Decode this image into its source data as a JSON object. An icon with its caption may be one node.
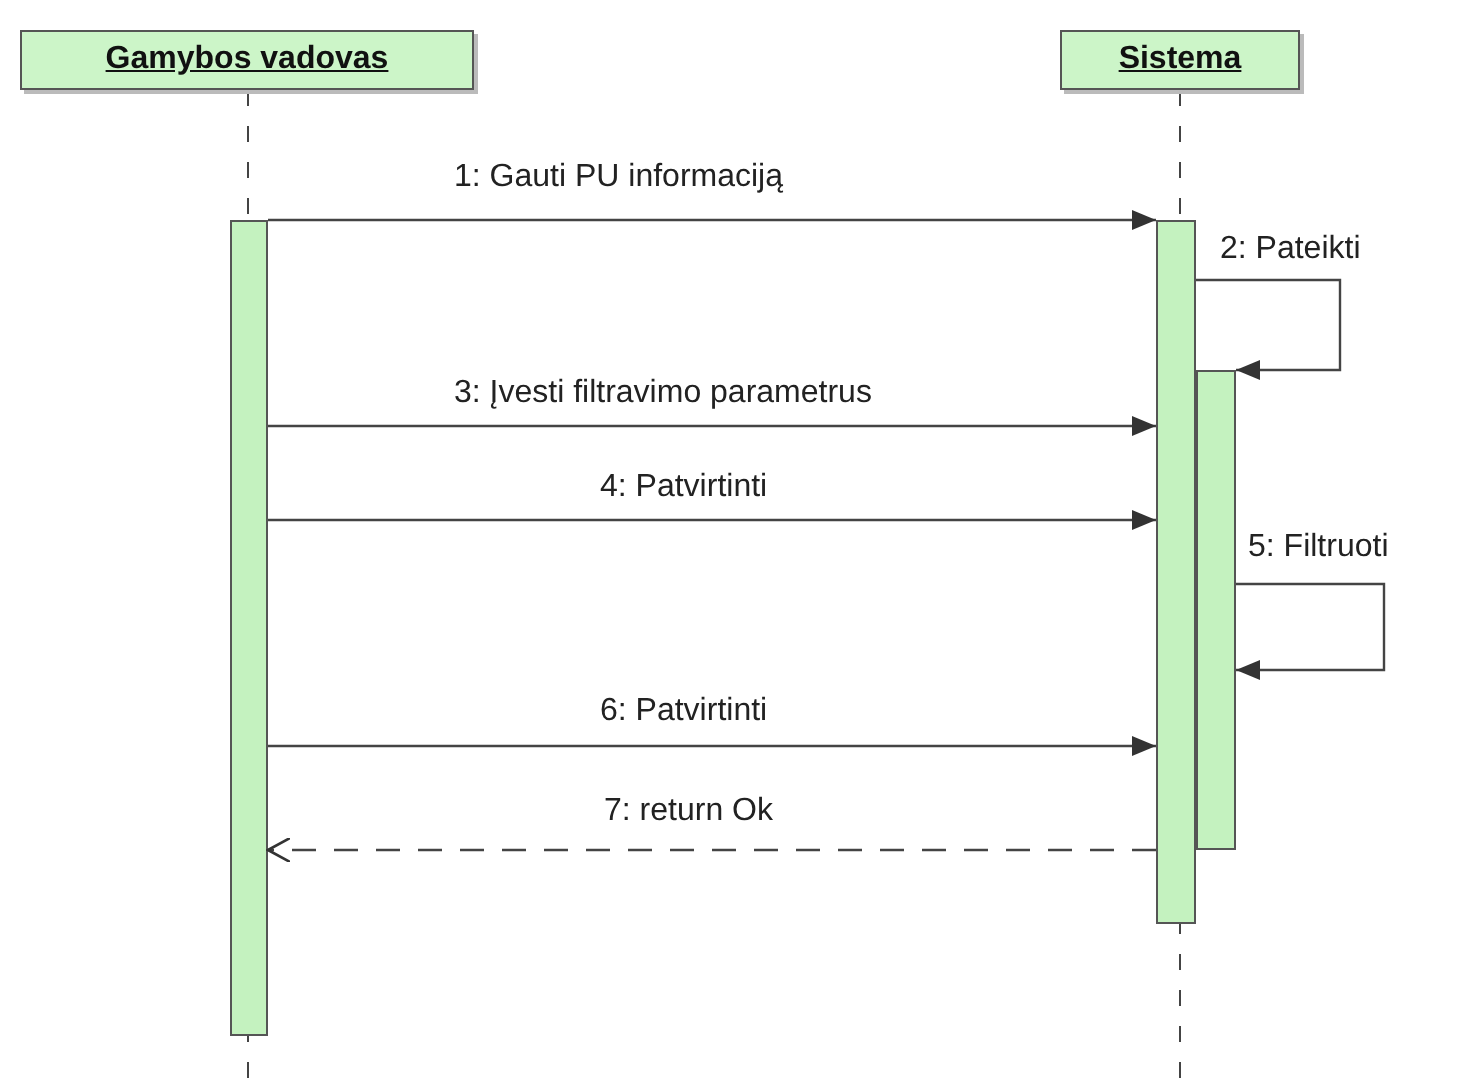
{
  "diagram": {
    "nodes": [
      {
        "text": [
          "Gamybos vadovas"
        ]
      },
      {
        "text": [
          "Sistema"
        ]
      },
      {
        "text": [],
        "shape": "bar"
      },
      {
        "text": [],
        "shape": "bar"
      },
      {
        "text": [],
        "shape": "bar"
      }
    ],
    "edges": [
      {
        "from": 2,
        "to": 3,
        "arrow": "to",
        "label": "1: Gauti PU informaciją"
      },
      {
        "from": 3,
        "to": 4,
        "arrow": "to",
        "label": "2: Pateikti"
      },
      {
        "from": 2,
        "to": 3,
        "arrow": "to",
        "label": "3: Įvesti filtravimo parametrus"
      },
      {
        "from": 2,
        "to": 3,
        "arrow": "to",
        "label": "4: Patvirtinti"
      },
      {
        "from": 4,
        "to": 4,
        "arrow": "to",
        "label": "5: Filtruoti"
      },
      {
        "from": 2,
        "to": 3,
        "arrow": "to",
        "label": "6: Patvirtinti"
      },
      {
        "from": 3,
        "to": 2,
        "arrow": "to",
        "label": "7: return Ok",
        "style": "dashed"
      }
    ]
  }
}
